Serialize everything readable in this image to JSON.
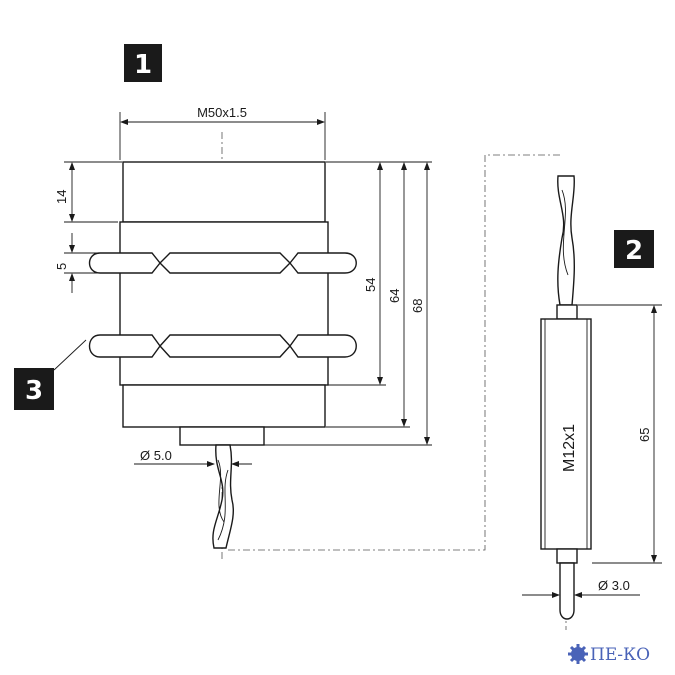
{
  "badges": {
    "view1": "1",
    "view2": "2",
    "callout3": "3"
  },
  "dimensions": {
    "thread_main": "M50x1.5",
    "head_length": "14",
    "nut_thickness": "5",
    "thread_length": "54",
    "body_length": "64",
    "overall_length": "68",
    "cable_diameter": "Ø 5.0",
    "connector_thread": "M12x1",
    "connector_length": "65",
    "connector_cable_diameter": "Ø 3.0"
  },
  "logo": {
    "text": "ПЕ-КО",
    "icon": "gear-icon"
  },
  "colors": {
    "ink": "#1a1a1a",
    "badge": "#1a1a1a",
    "logo": "#4a63b8"
  }
}
